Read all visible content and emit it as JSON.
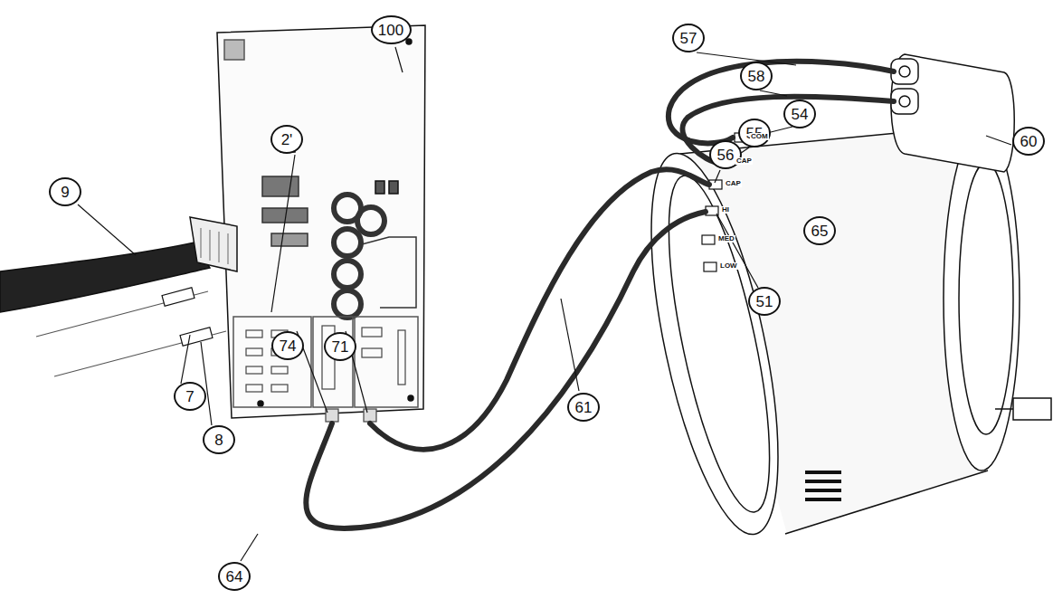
{
  "diagram": {
    "nodes": [
      {
        "text": [
          "100"
        ]
      },
      {
        "text": [
          "57"
        ]
      },
      {
        "text": [
          "58"
        ]
      },
      {
        "text": [
          "54"
        ]
      },
      {
        "text": [
          "55"
        ]
      },
      {
        "text": [
          "2'"
        ]
      },
      {
        "text": [
          "60"
        ]
      },
      {
        "text": [
          "56"
        ]
      },
      {
        "text": [
          "9"
        ]
      },
      {
        "text": [
          "65"
        ]
      },
      {
        "text": [
          "51"
        ]
      },
      {
        "text": [
          "74"
        ]
      },
      {
        "text": [
          "71"
        ]
      },
      {
        "text": [
          "7"
        ]
      },
      {
        "text": [
          "61"
        ]
      },
      {
        "text": [
          "8"
        ]
      },
      {
        "text": [
          "64"
        ]
      }
    ],
    "labels": [
      "COM",
      "CAP",
      "CAP",
      "HI",
      "MED",
      "LOW"
    ]
  }
}
